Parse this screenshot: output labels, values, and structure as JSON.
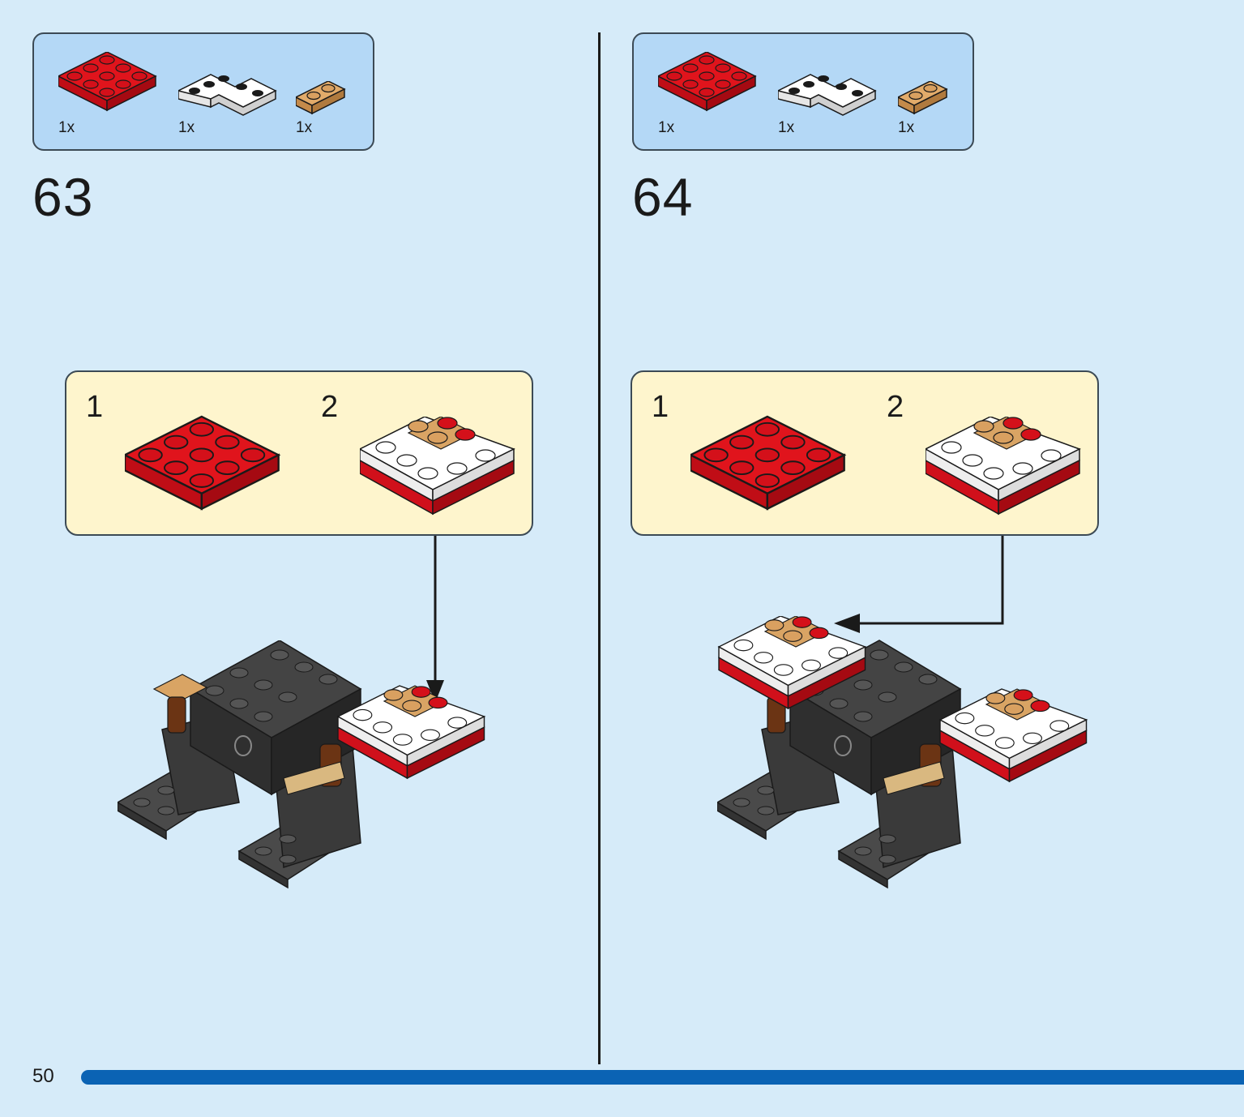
{
  "steps": [
    {
      "number": "63",
      "parts": [
        {
          "icon": "red-plate-3x3-icon",
          "qty": "1x"
        },
        {
          "icon": "white-corner-plate-icon",
          "qty": "1x"
        },
        {
          "icon": "tan-plate-1x2-icon",
          "qty": "1x"
        }
      ],
      "substeps": [
        "1",
        "2"
      ]
    },
    {
      "number": "64",
      "parts": [
        {
          "icon": "red-plate-3x3-icon",
          "qty": "1x"
        },
        {
          "icon": "white-corner-plate-icon",
          "qty": "1x"
        },
        {
          "icon": "tan-plate-1x2-icon",
          "qty": "1x"
        }
      ],
      "substeps": [
        "1",
        "2"
      ]
    }
  ],
  "page": {
    "number": "50"
  },
  "colors": {
    "background": "#d6ebf9",
    "parts_box": "#b4d8f6",
    "substep_box": "#fef5cd",
    "brick_red": "#d0101b",
    "brick_white": "#ffffff",
    "brick_tan": "#d9a464",
    "brick_dark": "#3a3a3a",
    "bottom_bar": "#0b63b4"
  }
}
